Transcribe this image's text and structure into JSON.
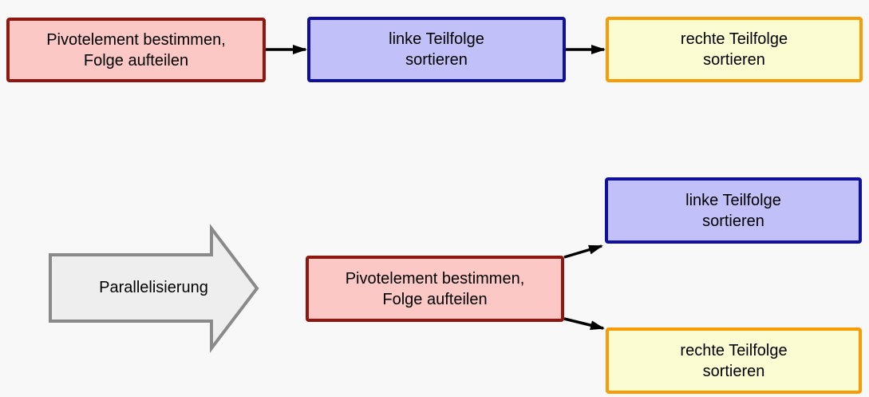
{
  "diagram": {
    "title_hint": "quicksort parallelization flow",
    "background_color": "#f8f8f8",
    "colors": {
      "pivot_fill": "#fbc8c6",
      "pivot_border": "#8e180f",
      "left_fill": "#c2c0f8",
      "left_border": "#10109e",
      "right_fill": "#fcfcd2",
      "right_border": "#f89c05",
      "transform_fill": "#eeeeee",
      "transform_border": "#8a8a8a",
      "connector_color": "#000000",
      "text_color": "#000000"
    },
    "sequential_flow": {
      "pivot_node": {
        "line1": "Pivotelement bestimmen,",
        "line2": "Folge aufteilen"
      },
      "left_node": {
        "line1": "linke Teilfolge",
        "line2": "sortieren"
      },
      "right_node": {
        "line1": "rechte Teilfolge",
        "line2": "sortieren"
      }
    },
    "transform_arrow": {
      "label": "Parallelisierung"
    },
    "parallel_flow": {
      "pivot_node": {
        "line1": "Pivotelement bestimmen,",
        "line2": "Folge aufteilen"
      },
      "left_node": {
        "line1": "linke Teilfolge",
        "line2": "sortieren"
      },
      "right_node": {
        "line1": "rechte Teilfolge",
        "line2": "sortieren"
      }
    }
  }
}
